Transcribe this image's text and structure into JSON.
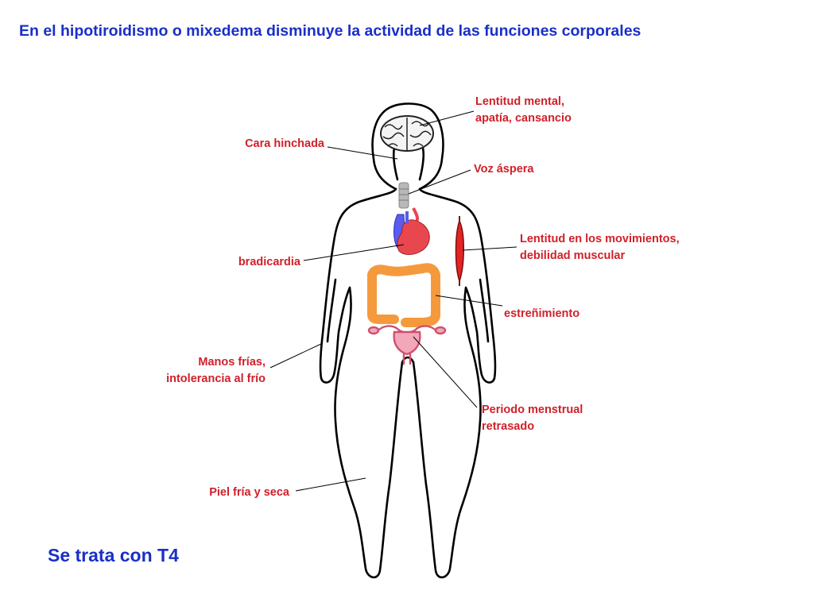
{
  "title": "En el hipotiroidismo o mixedema disminuye la actividad de las funciones corporales",
  "footer": "Se trata con T4",
  "colors": {
    "title": "#1a2fc8",
    "label": "#d0202a",
    "outline": "#000000",
    "intestine": "#f59a3c",
    "heart_red": "#e9474f",
    "heart_blue": "#5a5bf0",
    "uterus": "#e8788e",
    "muscle": "#e42424",
    "trachea": "#b8b8b8"
  },
  "labels": {
    "lentitud_mental": "Lentitud mental,\napatía, cansancio",
    "cara_hinchada": "Cara hinchada",
    "voz_aspera": "Voz áspera",
    "lentitud_movimientos": "Lentitud en los movimientos,\ndebilidad muscular",
    "bradicardia": "bradicardia",
    "estrenimiento": "estreñimiento",
    "manos_frias": "Manos frías,\nintolerancia al frío",
    "periodo_menstrual": "Periodo menstrual\nretrasado",
    "piel_fria": "Piel fría y seca"
  },
  "icons": [
    "brain-icon",
    "trachea-icon",
    "heart-icon",
    "intestine-icon",
    "uterus-icon",
    "muscle-icon"
  ]
}
